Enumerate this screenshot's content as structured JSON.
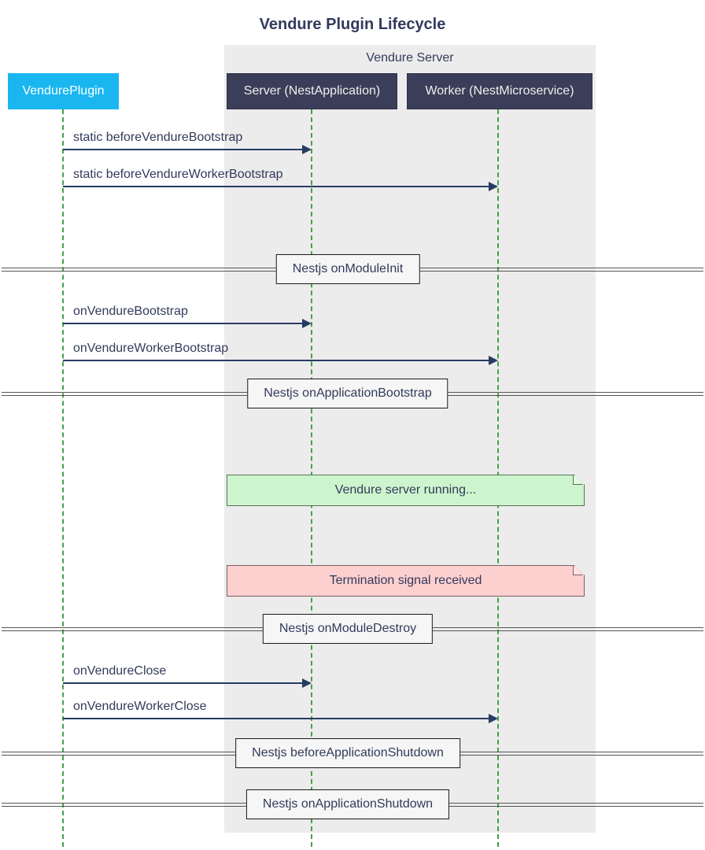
{
  "title": "Vendure Plugin Lifecycle",
  "group": {
    "label": "Vendure Server"
  },
  "actors": [
    {
      "id": "plugin",
      "label": "VendurePlugin"
    },
    {
      "id": "server",
      "label": "Server (NestApplication)"
    },
    {
      "id": "worker",
      "label": "Worker (NestMicroservice)"
    }
  ],
  "messages": [
    {
      "from": "VendurePlugin",
      "to": "Server (NestApplication)",
      "text": "static beforeVendureBootstrap"
    },
    {
      "from": "VendurePlugin",
      "to": "Worker (NestMicroservice)",
      "text": "static beforeVendureWorkerBootstrap"
    },
    {
      "from": "VendurePlugin",
      "to": "Server (NestApplication)",
      "text": "onVendureBootstrap"
    },
    {
      "from": "VendurePlugin",
      "to": "Worker (NestMicroservice)",
      "text": "onVendureWorkerBootstrap"
    },
    {
      "from": "VendurePlugin",
      "to": "Server (NestApplication)",
      "text": "onVendureClose"
    },
    {
      "from": "VendurePlugin",
      "to": "Worker (NestMicroservice)",
      "text": "onVendureWorkerClose"
    }
  ],
  "dividers": [
    {
      "label": "Nestjs onModuleInit"
    },
    {
      "label": "Nestjs onApplicationBootstrap"
    },
    {
      "label": "Nestjs onModuleDestroy"
    },
    {
      "label": "Nestjs beforeApplicationShutdown"
    },
    {
      "label": "Nestjs onApplicationShutdown"
    }
  ],
  "notes": [
    {
      "text": "Vendure server running...",
      "color": "#cdf5cd",
      "kind": "success"
    },
    {
      "text": "Termination signal received",
      "color": "#fdd0d0",
      "kind": "danger"
    }
  ],
  "colors": {
    "plugin_actor": "#1ab6f0",
    "server_actor": "#3b3e58",
    "lifeline_green": "#46a049",
    "arrow_navy": "#263c63",
    "text_navy": "#333a5c",
    "group_band": "#ececec",
    "note_green": "#cdf5cd",
    "note_pink": "#fdd0d0",
    "divider_gray": "#555555"
  }
}
